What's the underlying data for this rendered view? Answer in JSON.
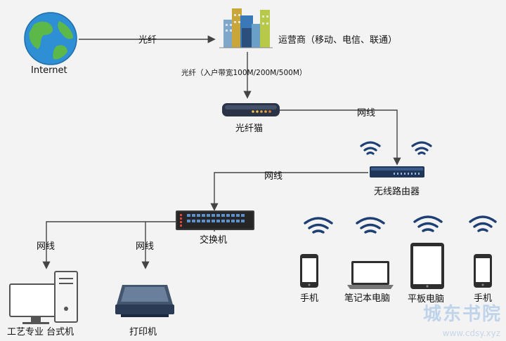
{
  "nodes": {
    "internet": "Internet",
    "isp": "运营商（移动、电信、联通）",
    "modem": "光纤猫",
    "router": "无线路由器",
    "switch": "交换机",
    "desktop": "工艺专业 台式机",
    "printer": "打印机",
    "phone1": "手机",
    "laptop": "笔记本电脑",
    "tablet": "平板电脑",
    "phone2": "手机"
  },
  "edges": {
    "internet_isp": "光纤",
    "isp_modem": "光纤（入户带宽100M/200M/500M）",
    "modem_router": "网线",
    "router_switch": "网线",
    "switch_desktop": "网线",
    "switch_printer": "网线"
  },
  "watermark": {
    "text": "城东书院",
    "url": "www.cdsy.xyz"
  },
  "colors": {
    "line": "#444444",
    "device_dark": "#2b3a55",
    "wifi": "#1d3f73",
    "background": "#f3f3f3"
  }
}
